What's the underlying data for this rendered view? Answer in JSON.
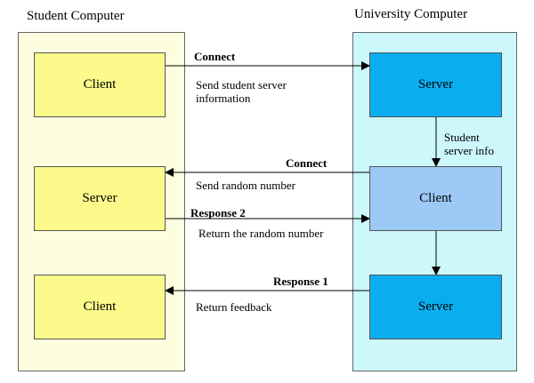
{
  "colors": {
    "student_region_fill": "#fdfde0",
    "university_region_fill": "#ccf7fb",
    "student_node_fill": "#fbfa8a",
    "university_server_fill": "#0aaef0",
    "university_client_fill": "#9cc9f5",
    "line": "#000000"
  },
  "student": {
    "title": "Student Computer",
    "nodes": {
      "client_top": "Client",
      "server": "Server",
      "client_bottom": "Client"
    }
  },
  "university": {
    "title": "University Computer",
    "nodes": {
      "server_top": "Server",
      "client": "Client",
      "server_bottom": "Server"
    }
  },
  "messages": {
    "connect_1": "Connect",
    "connect_1_note_line1": "Send student server",
    "connect_1_note_line2": "information",
    "internal_note_line1": "Student",
    "internal_note_line2": "server info",
    "connect_2": "Connect",
    "connect_2_note": "Send random number",
    "response_2": "Response 2",
    "response_2_note": "Return the random number",
    "response_1": "Response 1",
    "response_1_note": "Return feedback"
  }
}
